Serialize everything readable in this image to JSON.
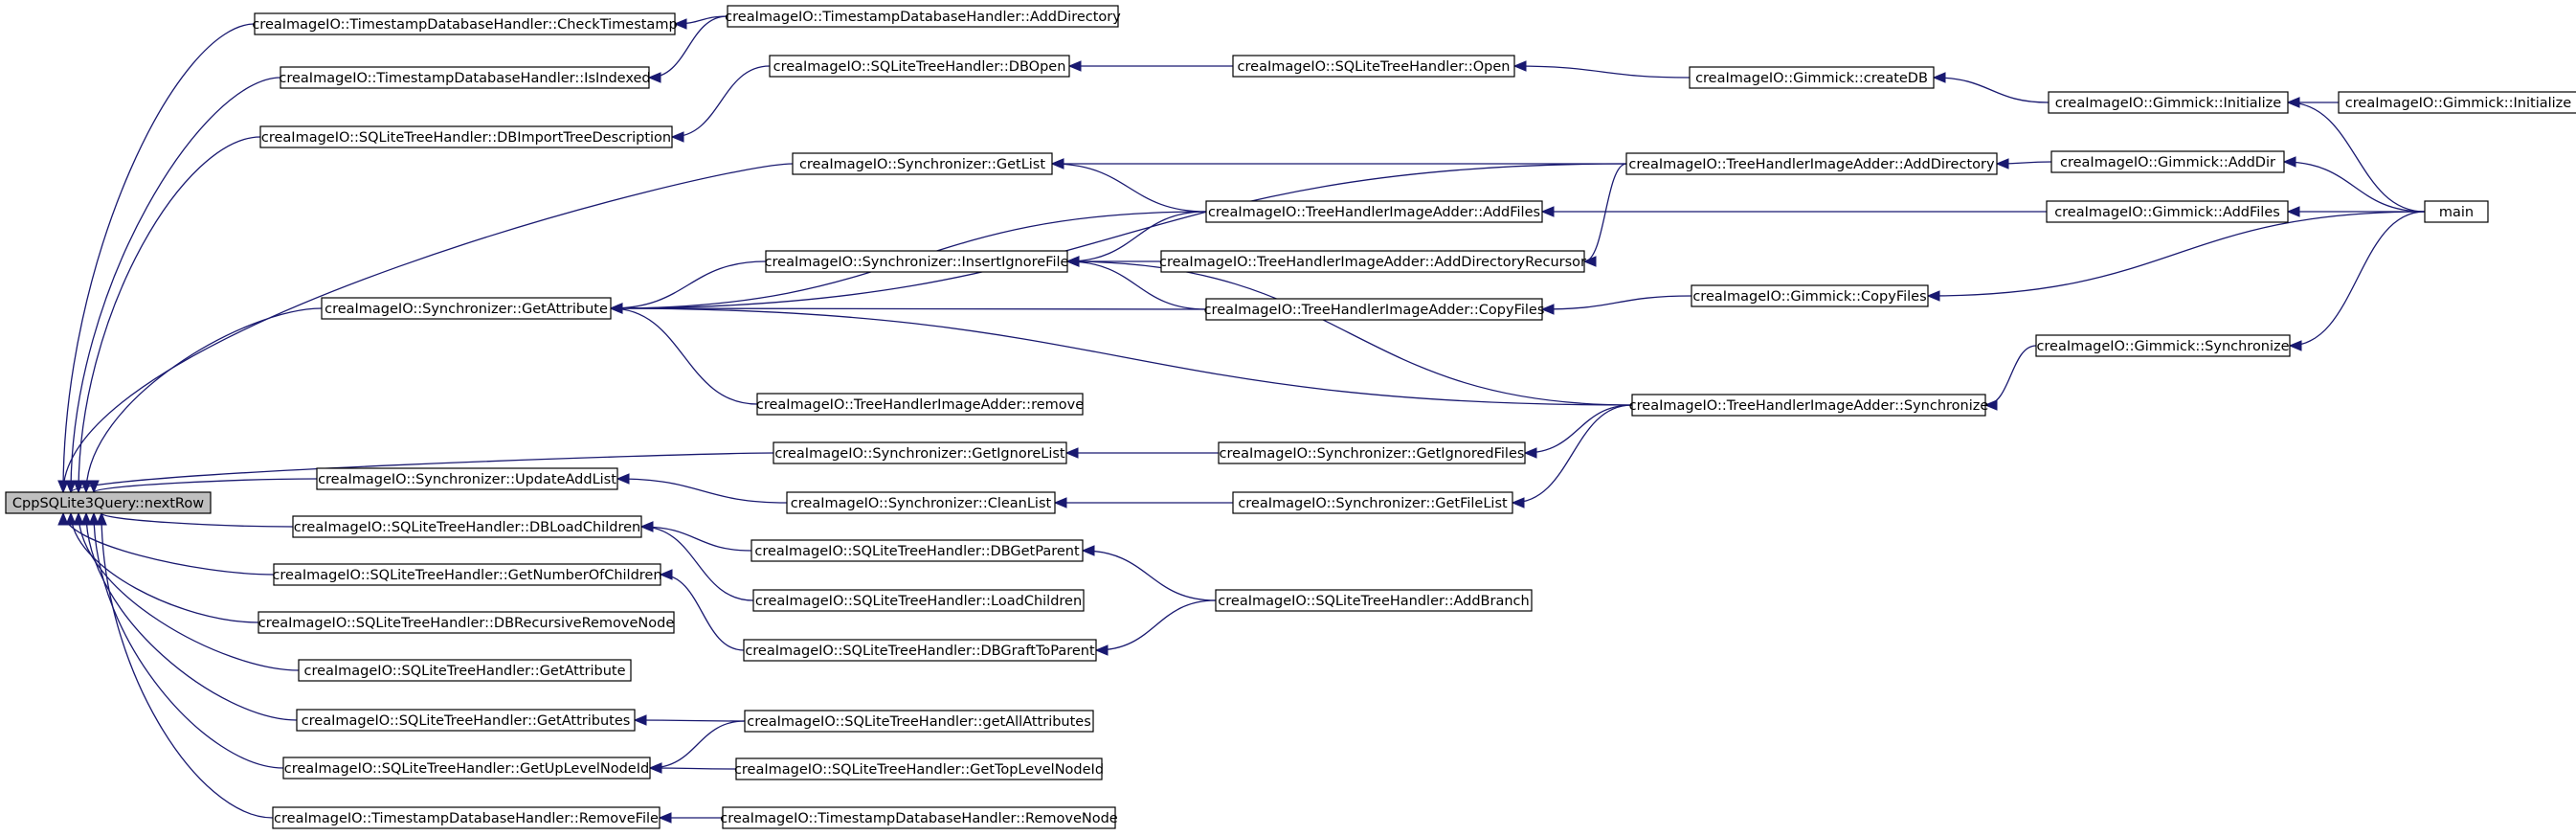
{
  "colors": {
    "edge": "#191970",
    "node_border": "#000000",
    "root_fill": "#bfbfbf",
    "node_fill": "#ffffff"
  },
  "nodes": {
    "n0": "CppSQLite3Query::nextRow",
    "n1": "creaImageIO::TimestampDatabaseHandler::CheckTimestamp",
    "n2": "creaImageIO::TimestampDatabaseHandler::IsIndexed",
    "n3": "creaImageIO::SQLiteTreeHandler::DBImportTreeDescription",
    "n4": "creaImageIO::Synchronizer::GetAttribute",
    "n5": "creaImageIO::Synchronizer::UpdateAddList",
    "n6": "creaImageIO::SQLiteTreeHandler::DBLoadChildren",
    "n7": "creaImageIO::SQLiteTreeHandler::GetNumberOfChildren",
    "n8": "creaImageIO::SQLiteTreeHandler::DBRecursiveRemoveNode",
    "n9": "creaImageIO::SQLiteTreeHandler::GetAttribute",
    "n10": "creaImageIO::SQLiteTreeHandler::GetAttributes",
    "n11": "creaImageIO::SQLiteTreeHandler::GetUpLevelNodeId",
    "n12": "creaImageIO::TimestampDatabaseHandler::RemoveFile",
    "n13": "creaImageIO::TimestampDatabaseHandler::AddDirectory",
    "n14": "creaImageIO::SQLiteTreeHandler::DBOpen",
    "n15": "creaImageIO::Synchronizer::GetList",
    "n16": "creaImageIO::Synchronizer::InsertIgnoreFile",
    "n17": "creaImageIO::TreeHandlerImageAdder::remove",
    "n18": "creaImageIO::Synchronizer::GetIgnoreList",
    "n19": "creaImageIO::Synchronizer::CleanList",
    "n20": "creaImageIO::SQLiteTreeHandler::DBGetParent",
    "n21": "creaImageIO::SQLiteTreeHandler::LoadChildren",
    "n22": "creaImageIO::SQLiteTreeHandler::DBGraftToParent",
    "n23": "creaImageIO::SQLiteTreeHandler::getAllAttributes",
    "n24": "creaImageIO::SQLiteTreeHandler::GetTopLevelNodeId",
    "n25": "creaImageIO::TimestampDatabaseHandler::RemoveNode",
    "n26": "creaImageIO::SQLiteTreeHandler::Open",
    "n27": "creaImageIO::TreeHandlerImageAdder::AddFiles",
    "n28": "creaImageIO::TreeHandlerImageAdder::AddDirectoryRecursor",
    "n29": "creaImageIO::TreeHandlerImageAdder::CopyFiles",
    "n30": "creaImageIO::Synchronizer::GetIgnoredFiles",
    "n31": "creaImageIO::Synchronizer::GetFileList",
    "n32": "creaImageIO::SQLiteTreeHandler::AddBranch",
    "n33": "creaImageIO::Gimmick::createDB",
    "n34": "creaImageIO::TreeHandlerImageAdder::AddDirectory",
    "n35": "creaImageIO::Gimmick::CopyFiles",
    "n36": "creaImageIO::TreeHandlerImageAdder::Synchronize",
    "n37": "creaImageIO::Gimmick::Initialize",
    "n38": "creaImageIO::Gimmick::AddDir",
    "n39": "creaImageIO::Gimmick::AddFiles",
    "n40": "creaImageIO::Gimmick::Synchronize",
    "n41": "creaImageIO::Gimmick::Initialize",
    "n42": "main"
  },
  "edges": [
    [
      "n1",
      "n0"
    ],
    [
      "n2",
      "n0"
    ],
    [
      "n3",
      "n0"
    ],
    [
      "n4",
      "n0"
    ],
    [
      "n5",
      "n0"
    ],
    [
      "n6",
      "n0"
    ],
    [
      "n7",
      "n0"
    ],
    [
      "n8",
      "n0"
    ],
    [
      "n9",
      "n0"
    ],
    [
      "n10",
      "n0"
    ],
    [
      "n11",
      "n0"
    ],
    [
      "n12",
      "n0"
    ],
    [
      "n15",
      "n0"
    ],
    [
      "n18",
      "n0"
    ],
    [
      "n13",
      "n1"
    ],
    [
      "n13",
      "n2"
    ],
    [
      "n14",
      "n3"
    ],
    [
      "n16",
      "n4"
    ],
    [
      "n17",
      "n4"
    ],
    [
      "n27",
      "n4"
    ],
    [
      "n29",
      "n4"
    ],
    [
      "n34",
      "n4"
    ],
    [
      "n36",
      "n4"
    ],
    [
      "n19",
      "n5"
    ],
    [
      "n20",
      "n6"
    ],
    [
      "n21",
      "n6"
    ],
    [
      "n22",
      "n7"
    ],
    [
      "n23",
      "n10"
    ],
    [
      "n24",
      "n11"
    ],
    [
      "n23",
      "n11"
    ],
    [
      "n25",
      "n12"
    ],
    [
      "n26",
      "n14"
    ],
    [
      "n34",
      "n15"
    ],
    [
      "n27",
      "n15"
    ],
    [
      "n27",
      "n16"
    ],
    [
      "n28",
      "n16"
    ],
    [
      "n29",
      "n16"
    ],
    [
      "n36",
      "n16"
    ],
    [
      "n30",
      "n18"
    ],
    [
      "n31",
      "n19"
    ],
    [
      "n32",
      "n20"
    ],
    [
      "n32",
      "n22"
    ],
    [
      "n33",
      "n26"
    ],
    [
      "n39",
      "n27"
    ],
    [
      "n34",
      "n28"
    ],
    [
      "n35",
      "n29"
    ],
    [
      "n36",
      "n30"
    ],
    [
      "n36",
      "n31"
    ],
    [
      "n37",
      "n33"
    ],
    [
      "n38",
      "n34"
    ],
    [
      "n42",
      "n35"
    ],
    [
      "n40",
      "n36"
    ],
    [
      "n41",
      "n37"
    ],
    [
      "n42",
      "n37"
    ],
    [
      "n42",
      "n38"
    ],
    [
      "n42",
      "n39"
    ],
    [
      "n42",
      "n40"
    ]
  ]
}
